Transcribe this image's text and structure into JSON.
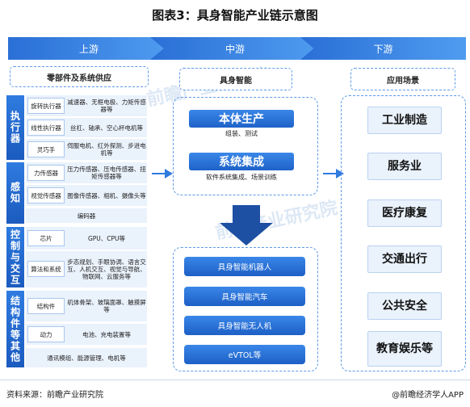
{
  "title": "图表3：具身智能产业链示意图",
  "phases": [
    "上游",
    "中游",
    "下游"
  ],
  "upstream": {
    "header": "零部件及系统供应",
    "categories": {
      "exec": "执行器",
      "sense": "感知",
      "ctrl": "控制与交互",
      "struct": "结构件等其他"
    },
    "rows": [
      {
        "name": "旋转执行器",
        "desc": "减速器、无框电极、力矩传感器等"
      },
      {
        "name": "线性执行器",
        "desc": "丝杠、轴承、空心杯电机等"
      },
      {
        "name": "灵巧手",
        "desc": "伺服电机、红外探测、步进电机等"
      },
      {
        "name": "力传感器",
        "desc": "压力传感器、压电传感器、扭矩传感器等"
      },
      {
        "name": "视觉传感器",
        "desc": "图像传感器、相机、摄像头等"
      },
      {
        "name": "芯片",
        "desc": "GPU、CPU等"
      },
      {
        "name": "算法和系统",
        "desc": "步态规划、手眼协调、语言交互、人机交互、视觉与导航、物联网、云服务等"
      },
      {
        "name": "结构件",
        "desc": "机体骨架、玻璃面罩、触摸屏等"
      },
      {
        "name": "动力",
        "desc": "电池、充电装置等"
      }
    ],
    "encoder": "编码器",
    "other": "通讯模组、能源管理、电机等"
  },
  "midstream": {
    "header": "具身智能",
    "blocks": [
      {
        "title": "本体生产",
        "desc": "组装、测试"
      },
      {
        "title": "系统集成",
        "desc": "软件系统集成、场景训练"
      }
    ],
    "products": [
      "具身智能机器人",
      "具身智能汽车",
      "具身智能无人机",
      "eVTOL等"
    ]
  },
  "downstream": {
    "header": "应用场景",
    "scenes": [
      "工业制造",
      "服务业",
      "医疗康复",
      "交通出行",
      "公共安全",
      "教育娱乐等"
    ]
  },
  "footer": {
    "source": "资料来源：前瞻产业研究院",
    "brand": "@前瞻经济学人APP"
  },
  "watermarks": [
    "前瞻产业研究院",
    "前瞻产业研究院"
  ],
  "colors": {
    "accent": "#1e62c8",
    "light": "#eaf2fc",
    "arrow": "#1d4fa3"
  }
}
